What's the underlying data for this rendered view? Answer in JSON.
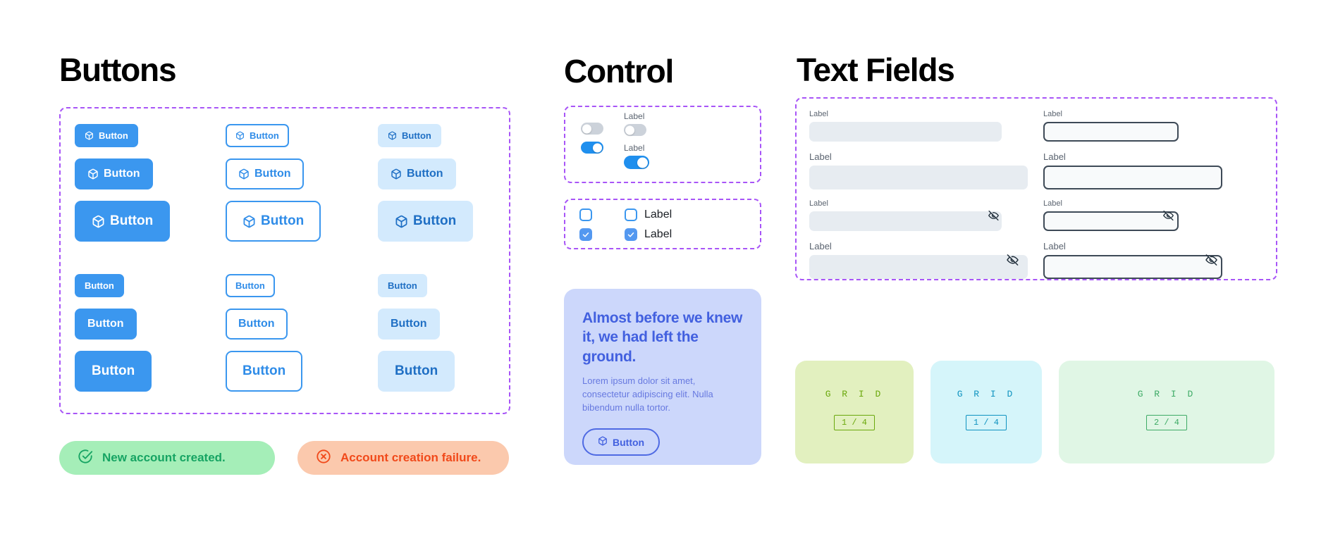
{
  "sections": {
    "buttons_title": "Buttons",
    "control_title": "Control",
    "textfields_title": "Text Fields"
  },
  "colors": {
    "primary": "#3b97ef",
    "primary_soft_bg": "#d3eafd",
    "primary_soft_text": "#1f6fc4",
    "outline_border": "#3b97ef",
    "dashed_guide": "#a855f7",
    "success_bg": "#a5eeb8",
    "success_text": "#16a463",
    "error_bg": "#fbc9ad",
    "error_text": "#f1491a",
    "quote_bg": "#ccd7fb",
    "quote_text": "#4260df",
    "field_filled_bg": "#e7ecf1",
    "field_outline_border": "#3e4a57",
    "grid_1_bg": "#e2f0bf",
    "grid_2_bg": "#d5f5fa",
    "grid_3_bg": "#e0f6e5"
  },
  "buttons": {
    "icon_name": "cube-icon",
    "columns": [
      {
        "variant": "solid",
        "items": [
          {
            "label": "Button",
            "size": "s",
            "icon": true
          },
          {
            "label": "Button",
            "size": "m",
            "icon": true
          },
          {
            "label": "Button",
            "size": "l",
            "icon": true
          },
          {
            "label": "Button",
            "size": "s",
            "icon": false
          },
          {
            "label": "Button",
            "size": "m",
            "icon": false
          },
          {
            "label": "Button",
            "size": "l",
            "icon": false
          }
        ]
      },
      {
        "variant": "outline",
        "items": [
          {
            "label": "Button",
            "size": "s",
            "icon": true
          },
          {
            "label": "Button",
            "size": "m",
            "icon": true
          },
          {
            "label": "Button",
            "size": "l",
            "icon": true
          },
          {
            "label": "Button",
            "size": "s",
            "icon": false
          },
          {
            "label": "Button",
            "size": "m",
            "icon": false
          },
          {
            "label": "Button",
            "size": "l",
            "icon": false
          }
        ]
      },
      {
        "variant": "soft",
        "items": [
          {
            "label": "Button",
            "size": "s",
            "icon": true
          },
          {
            "label": "Button",
            "size": "m",
            "icon": true
          },
          {
            "label": "Button",
            "size": "l",
            "icon": true
          },
          {
            "label": "Button",
            "size": "s",
            "icon": false
          },
          {
            "label": "Button",
            "size": "m",
            "icon": false
          },
          {
            "label": "Button",
            "size": "l",
            "icon": false
          }
        ]
      }
    ]
  },
  "toasts": {
    "success": {
      "icon": "check-circle-icon",
      "message": "New account created."
    },
    "error": {
      "icon": "x-circle-icon",
      "message": "Account creation failure."
    }
  },
  "control": {
    "switches": {
      "unlabeled": [
        {
          "state": "off",
          "size": "small"
        },
        {
          "state": "on",
          "size": "small"
        }
      ],
      "labeled": [
        {
          "label": "Label",
          "state": "off",
          "size": "small"
        },
        {
          "label": "Label",
          "state": "on",
          "size": "medium"
        }
      ]
    },
    "checkboxes": {
      "rows": [
        {
          "bare_checked": false,
          "label": "Label",
          "labeled_checked": false
        },
        {
          "bare_checked": true,
          "label": "Label",
          "labeled_checked": true
        }
      ],
      "check_icon": "checkmark-icon"
    },
    "quote_card": {
      "title": "Almost before we knew it, we had left the ground.",
      "body": "Lorem ipsum dolor sit amet, consectetur adipiscing elit. Nulla bibendum nulla tortor.",
      "button_label": "Button",
      "button_icon": "cube-icon"
    }
  },
  "text_fields": {
    "filled_column": [
      {
        "label": "Label",
        "style": "filled",
        "size": "small",
        "width": "88%",
        "trailing_icon": null
      },
      {
        "label": "Label",
        "style": "filled",
        "size": "medium",
        "width": "100%",
        "trailing_icon": null
      },
      {
        "label": "Label",
        "style": "filled",
        "size": "small",
        "width": "88%",
        "trailing_icon": "eye-off-icon"
      },
      {
        "label": "Label",
        "style": "filled",
        "size": "medium",
        "width": "100%",
        "trailing_icon": "eye-off-icon"
      }
    ],
    "outlined_column": [
      {
        "label": "Label",
        "style": "outlined",
        "size": "small",
        "width": "62%",
        "trailing_icon": null
      },
      {
        "label": "Label",
        "style": "outlined",
        "size": "medium",
        "width": "82%",
        "trailing_icon": null
      },
      {
        "label": "Label",
        "style": "outlined",
        "size": "small",
        "width": "62%",
        "trailing_icon": "eye-off-icon"
      },
      {
        "label": "Label",
        "style": "outlined",
        "size": "medium",
        "width": "82%",
        "trailing_icon": "eye-off-icon"
      }
    ]
  },
  "grid_cards": [
    {
      "word": "G R I D",
      "chip": "1 / 4"
    },
    {
      "word": "G R I D",
      "chip": "1 / 4"
    },
    {
      "word": "G R I D",
      "chip": "2 / 4"
    }
  ]
}
